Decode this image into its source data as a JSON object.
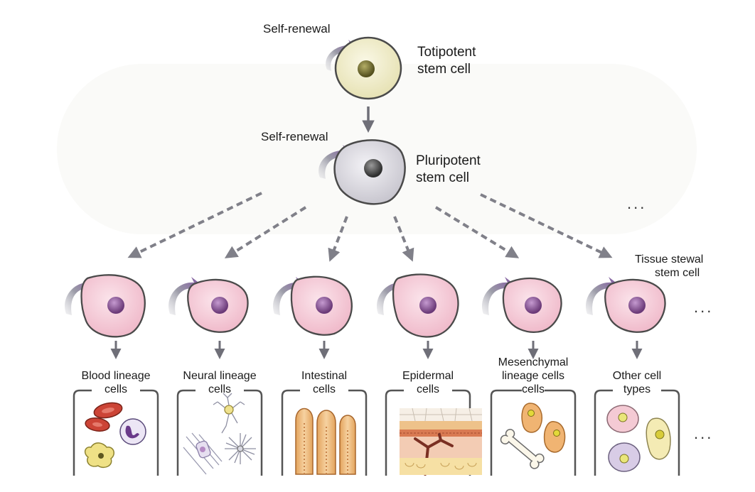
{
  "top_cell": {
    "self_renewal_label": "Self-renewal",
    "name_line1": "Totipotent",
    "name_line2": "stem cell"
  },
  "middle_cell": {
    "self_renewal_label": "Self-renewal",
    "name_line1": "Pluripotent",
    "name_line2": "stem cell"
  },
  "tissue_label_line1": "Tissue stewal",
  "tissue_label_line2": "stem cell",
  "ellipsis": "...",
  "lineages": [
    {
      "line1": "Blood lineage",
      "line2": "cells",
      "line3": ""
    },
    {
      "line1": "Neural lineage",
      "line2": "cells",
      "line3": ""
    },
    {
      "line1": "Intestinal",
      "line2": "cells",
      "line3": ""
    },
    {
      "line1": "Epidermal",
      "line2": "cells",
      "line3": ""
    },
    {
      "line1": "Mesenchymal",
      "line2": "lineage cells",
      "line3": "cells"
    },
    {
      "line1": "Other cell",
      "line2": "types",
      "line3": ""
    }
  ],
  "colors": {
    "totipotent_fill": "#efeccb",
    "pluripotent_fill": "#dcdbe0",
    "tissue_fill": "#f4c9d5",
    "nucleus_purple": "#8a5a93",
    "renewal_arrow": "#8c5aa6",
    "outline": "#4a4a4a",
    "arrow_gray": "#6f6f78"
  }
}
